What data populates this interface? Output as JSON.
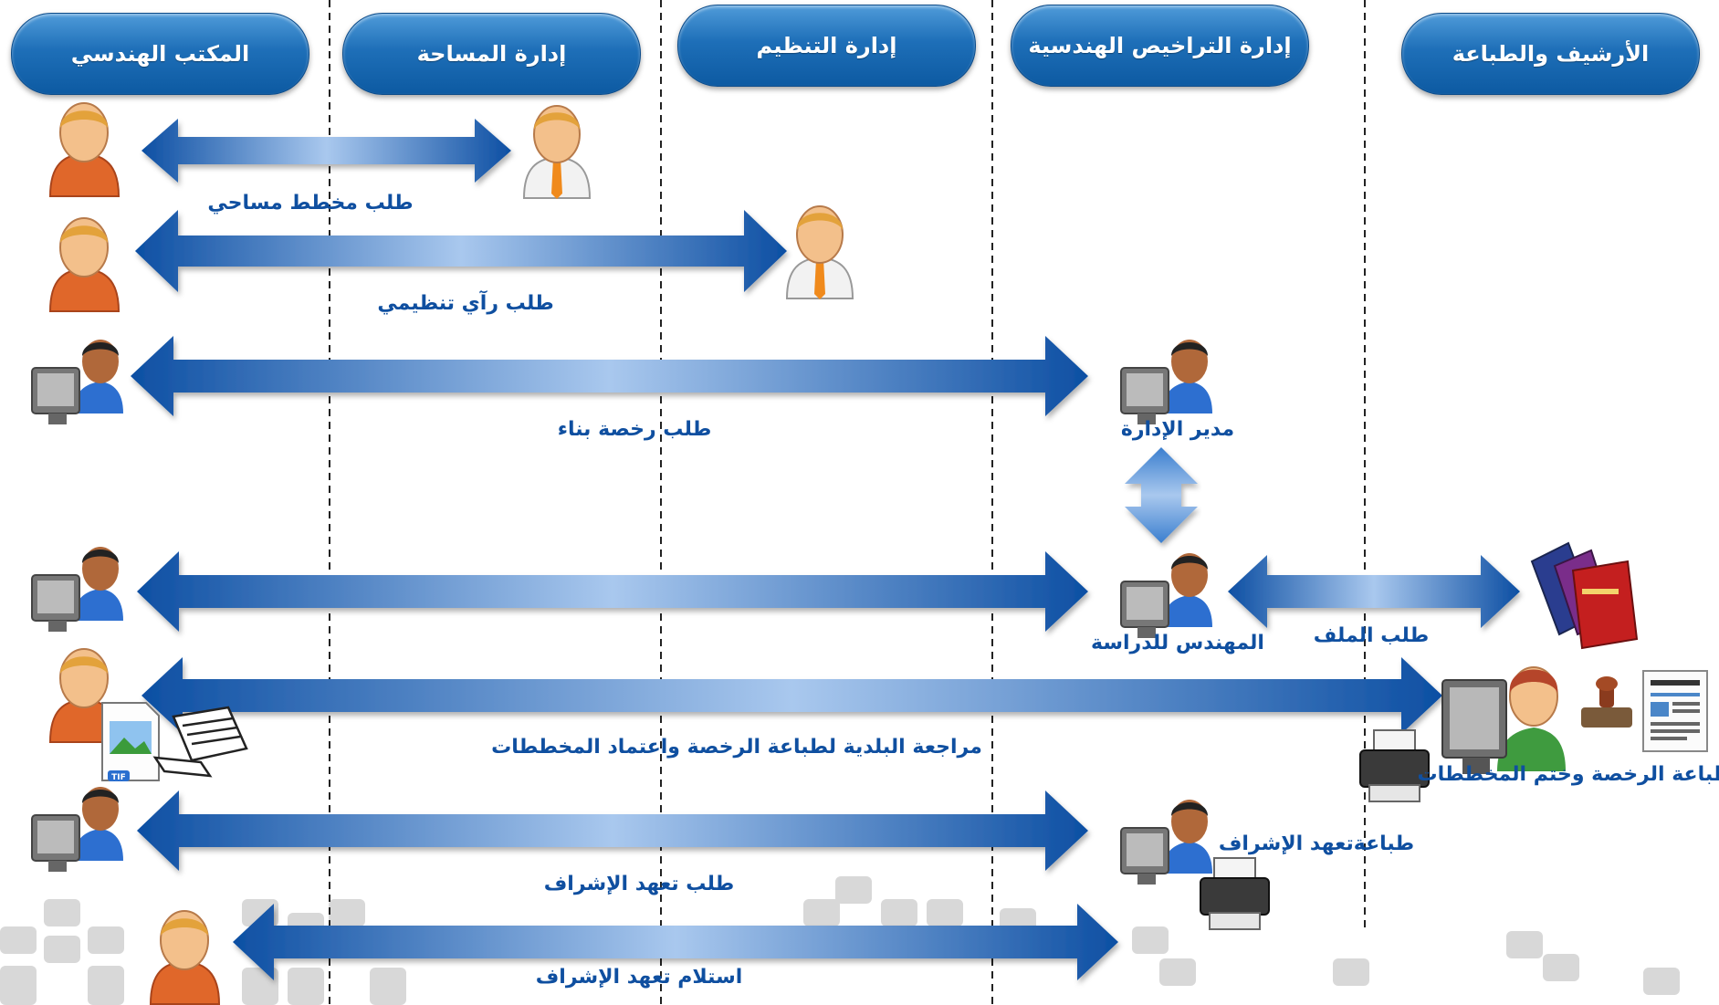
{
  "lanes": [
    {
      "title": "المكتب الهندسي"
    },
    {
      "title": "إدارة المساحة"
    },
    {
      "title": "إدارة التنظيم"
    },
    {
      "title": "إدارة التراخيص الهندسية"
    },
    {
      "title": "الأرشيف والطباعة"
    }
  ],
  "flows": [
    {
      "label": "طلب مخطط مساحي"
    },
    {
      "label": "طلب رآي تنظيمي"
    },
    {
      "label": "طلب رخصة بناء"
    },
    {
      "label": "طلب الملف"
    },
    {
      "label": "مراجعة البلدية لطباعة الرخصة واعتماد  المخططات"
    },
    {
      "label": "طلب تعهد الإشراف"
    },
    {
      "label": "استلام تعهد الإشراف"
    }
  ],
  "roles": {
    "manager": "مدير الإدارة",
    "engineer": "المهندس للدراسة",
    "print_license": "طباعة الرخصة وختم المخططات",
    "print_pledge": "طباعةتعهد الإشراف"
  },
  "icons": {
    "file_badge": "TIF"
  },
  "colors": {
    "header_blue": "#1e6fb8",
    "arrow_dark": "#0d4fa3",
    "arrow_light": "#9cc0ea",
    "label_blue": "#0f4fa0",
    "person_orange": "#e0672a",
    "person_green": "#3f9b3f"
  }
}
